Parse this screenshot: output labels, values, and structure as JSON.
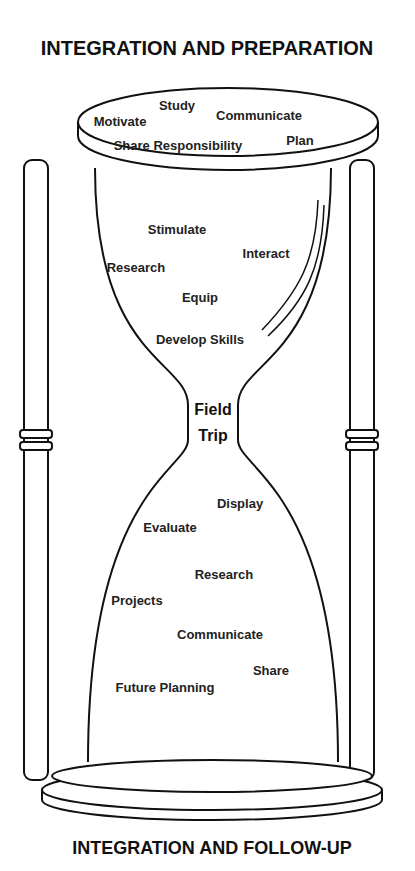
{
  "diagram": {
    "title": "INTEGRATION AND PREPARATION",
    "caption": "INTEGRATION AND FOLLOW-UP",
    "labels": [
      "Motivate",
      "Study",
      "Communicate",
      "Share Responsibility",
      "Plan",
      "Stimulate",
      "Interact",
      "Research",
      "Equip",
      "Develop Skills",
      "Field Trip",
      "Display",
      "Evaluate",
      "Research",
      "Projects",
      "Communicate",
      "Share",
      "Future Planning"
    ]
  }
}
